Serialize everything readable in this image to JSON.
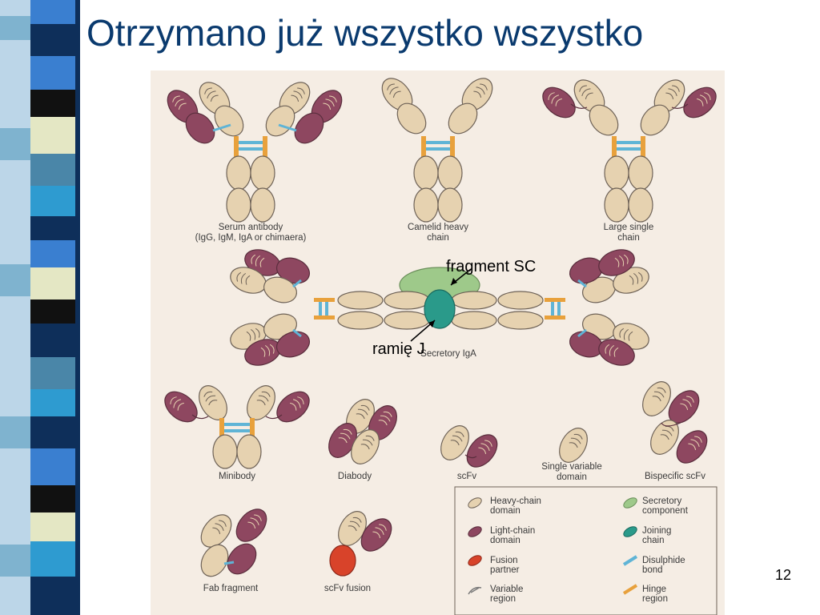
{
  "slide": {
    "title": "Otrzymano już wszystko wszystko",
    "page_number": "12",
    "annotations": {
      "fragment_sc": "fragment SC",
      "ramie_j": "ramię J"
    }
  },
  "figure": {
    "labels": {
      "serum_line1": "Serum antibody",
      "serum_line2": "(IgG, IgM, IgA or chimaera)",
      "camelid_line1": "Camelid heavy",
      "camelid_line2": "chain",
      "large_line1": "Large single",
      "large_line2": "chain",
      "secretory_iga": "Secretory IgA",
      "minibody": "Minibody",
      "diabody": "Diabody",
      "scfv": "scFv",
      "single_var_line1": "Single variable",
      "single_var_line2": "domain",
      "bispecific_scfv": "Bispecific scFv",
      "fab_fragment": "Fab fragment",
      "scfv_fusion": "scFv fusion"
    },
    "legend": [
      {
        "icon": "heavy-chain-domain-icon",
        "line1": "Heavy-chain",
        "line2": "domain",
        "color": "#e6d2b0"
      },
      {
        "icon": "secretory-component-icon",
        "line1": "Secretory",
        "line2": "component",
        "color": "#9ec98a"
      },
      {
        "icon": "light-chain-domain-icon",
        "line1": "Light-chain",
        "line2": "domain",
        "color": "#8e4760"
      },
      {
        "icon": "joining-chain-icon",
        "line1": "Joining",
        "line2": "chain",
        "color": "#2a9a8a"
      },
      {
        "icon": "fusion-partner-icon",
        "line1": "Fusion",
        "line2": "partner",
        "color": "#d8432a"
      },
      {
        "icon": "disulphide-bond-icon",
        "line1": "Disulphide",
        "line2": "bond",
        "color": "#5fb4d6"
      },
      {
        "icon": "variable-region-icon",
        "line1": "Variable",
        "line2": "region",
        "color": "#7a7a7a"
      },
      {
        "icon": "hinge-region-icon",
        "line1": "Hinge",
        "line2": "region",
        "color": "#e8a13c"
      }
    ]
  },
  "colors": {
    "title": "#0a3a6e",
    "figure_background": "#f5ede4",
    "heavy": "#e6d2b0",
    "light": "#8e4760",
    "hinge": "#e8a13c",
    "bond": "#5fb4d6",
    "secretory": "#9ec98a",
    "joining": "#2a9a8a",
    "fusion": "#d8432a"
  }
}
